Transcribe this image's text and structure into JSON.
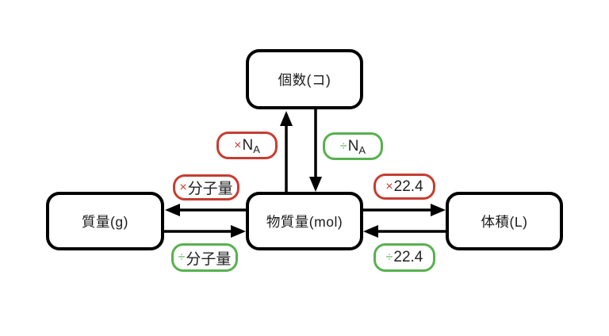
{
  "boxes": {
    "count": {
      "label": "個数(コ)"
    },
    "mass": {
      "label": "質量(g)"
    },
    "mole": {
      "label": "物質量(mol)"
    },
    "volume": {
      "label": "体積(L)"
    }
  },
  "operations": {
    "multiply_na": {
      "symbol": "×",
      "base": "N",
      "sub": "A"
    },
    "divide_na": {
      "symbol": "÷",
      "base": "N",
      "sub": "A"
    },
    "multiply_mw": {
      "symbol": "×",
      "text": "分子量"
    },
    "divide_mw": {
      "symbol": "÷",
      "text": "分子量"
    },
    "multiply_224": {
      "symbol": "×",
      "text": "22.4"
    },
    "divide_224": {
      "symbol": "÷",
      "text": "22.4"
    }
  },
  "colors": {
    "multiply_accent": "#c63d32",
    "divide_accent": "#57b14f",
    "line": "#000000",
    "background": "#ffffff"
  }
}
